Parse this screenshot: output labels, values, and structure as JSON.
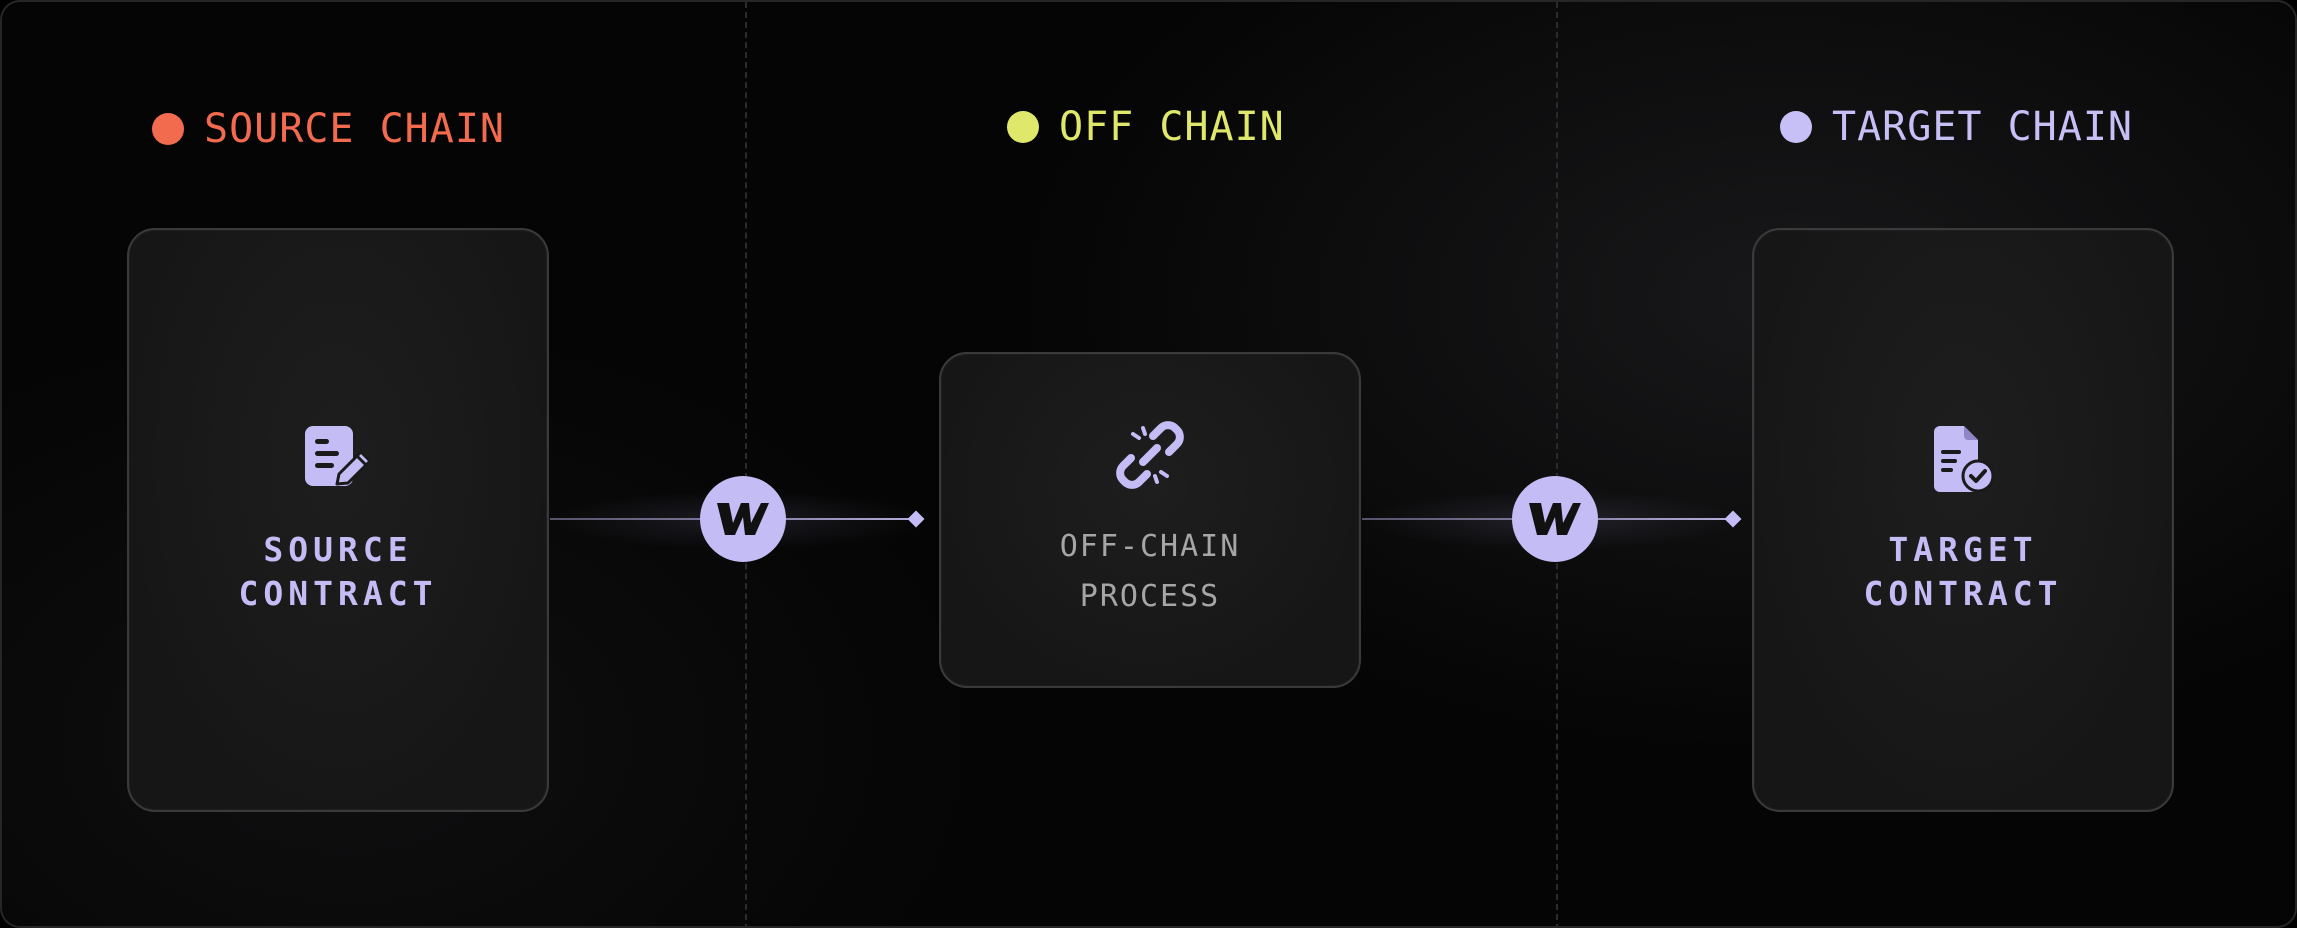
{
  "colors": {
    "source": "#f26b4f",
    "offchain": "#dfe86a",
    "target": "#c7c0f7",
    "accent": "#c4bcf5",
    "muted_text": "#a6a6a6",
    "line": "#7d7896"
  },
  "sections": [
    {
      "id": "source",
      "header": "SOURCE CHAIN",
      "dot_color": "#f26b4f"
    },
    {
      "id": "offchain",
      "header": "OFF CHAIN",
      "dot_color": "#dfe86a"
    },
    {
      "id": "target",
      "header": "TARGET CHAIN",
      "dot_color": "#c7c0f7"
    }
  ],
  "cards": {
    "source": {
      "icon": "document-edit-icon",
      "lines": [
        "SOURCE",
        "CONTRACT"
      ]
    },
    "offchain": {
      "icon": "broken-link-icon",
      "lines": [
        "OFF-CHAIN",
        "PROCESS"
      ]
    },
    "target": {
      "icon": "document-check-icon",
      "lines": [
        "TARGET",
        "CONTRACT"
      ]
    }
  },
  "connectors": [
    {
      "from": "source",
      "to": "offchain",
      "badge_icon": "wormhole-logo-icon"
    },
    {
      "from": "offchain",
      "to": "target",
      "badge_icon": "wormhole-logo-icon"
    }
  ]
}
